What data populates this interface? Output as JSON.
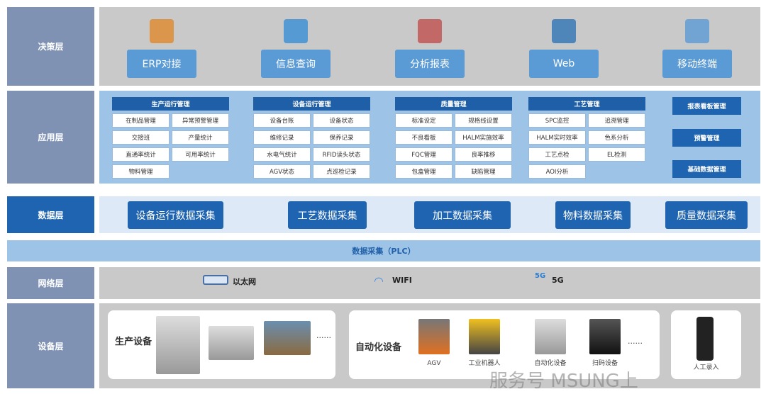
{
  "layers": {
    "decision": "决策层",
    "application": "应用层",
    "data": "数据层",
    "network": "网络层",
    "equipment": "设备层"
  },
  "decision": [
    "ERP对接",
    "信息查询",
    "分析报表",
    "Web",
    "移动终端"
  ],
  "groups": [
    {
      "title": "生产运行管理",
      "items": [
        "在制品管理",
        "异常预警管理",
        "交接班",
        "产量统计",
        "直通率统计",
        "可用率统计",
        "物料管理"
      ]
    },
    {
      "title": "设备运行管理",
      "items": [
        "设备台账",
        "设备状态",
        "维修记录",
        "保养记录",
        "水电气统计",
        "RFID读头状态",
        "AGV状态",
        "点巡检记录"
      ]
    },
    {
      "title": "质量管理",
      "items": [
        "标准设定",
        "规格线设置",
        "不良看板",
        "HALM实施效率",
        "FQC管理",
        "良率推移",
        "包盒管理",
        "缺陷管理"
      ]
    },
    {
      "title": "工艺管理",
      "items": [
        "SPC监控",
        "追溯管理",
        "HALM实时效率",
        "色系分析",
        "工艺点检",
        "EL检测",
        "AOI分析"
      ]
    }
  ],
  "app_right": [
    "报表看板管理",
    "预警管理",
    "基础数据管理"
  ],
  "data_items": [
    "设备运行数据采集",
    "工艺数据采集",
    "加工数据采集",
    "物料数据采集",
    "质量数据采集"
  ],
  "plc": "数据采集（PLC）",
  "network": {
    "ethernet": "以太网",
    "wifi": "WIFI",
    "g5": "5G",
    "g5_icon": "5G"
  },
  "equipment": {
    "production": "生产设备",
    "automation": "自动化设备",
    "ellipsis": "......",
    "auto_items": [
      "AGV",
      "工业机器人",
      "自动化设备",
      "扫码设备"
    ],
    "manual": "人工录入"
  },
  "watermark": "服务号 MSUNG上"
}
